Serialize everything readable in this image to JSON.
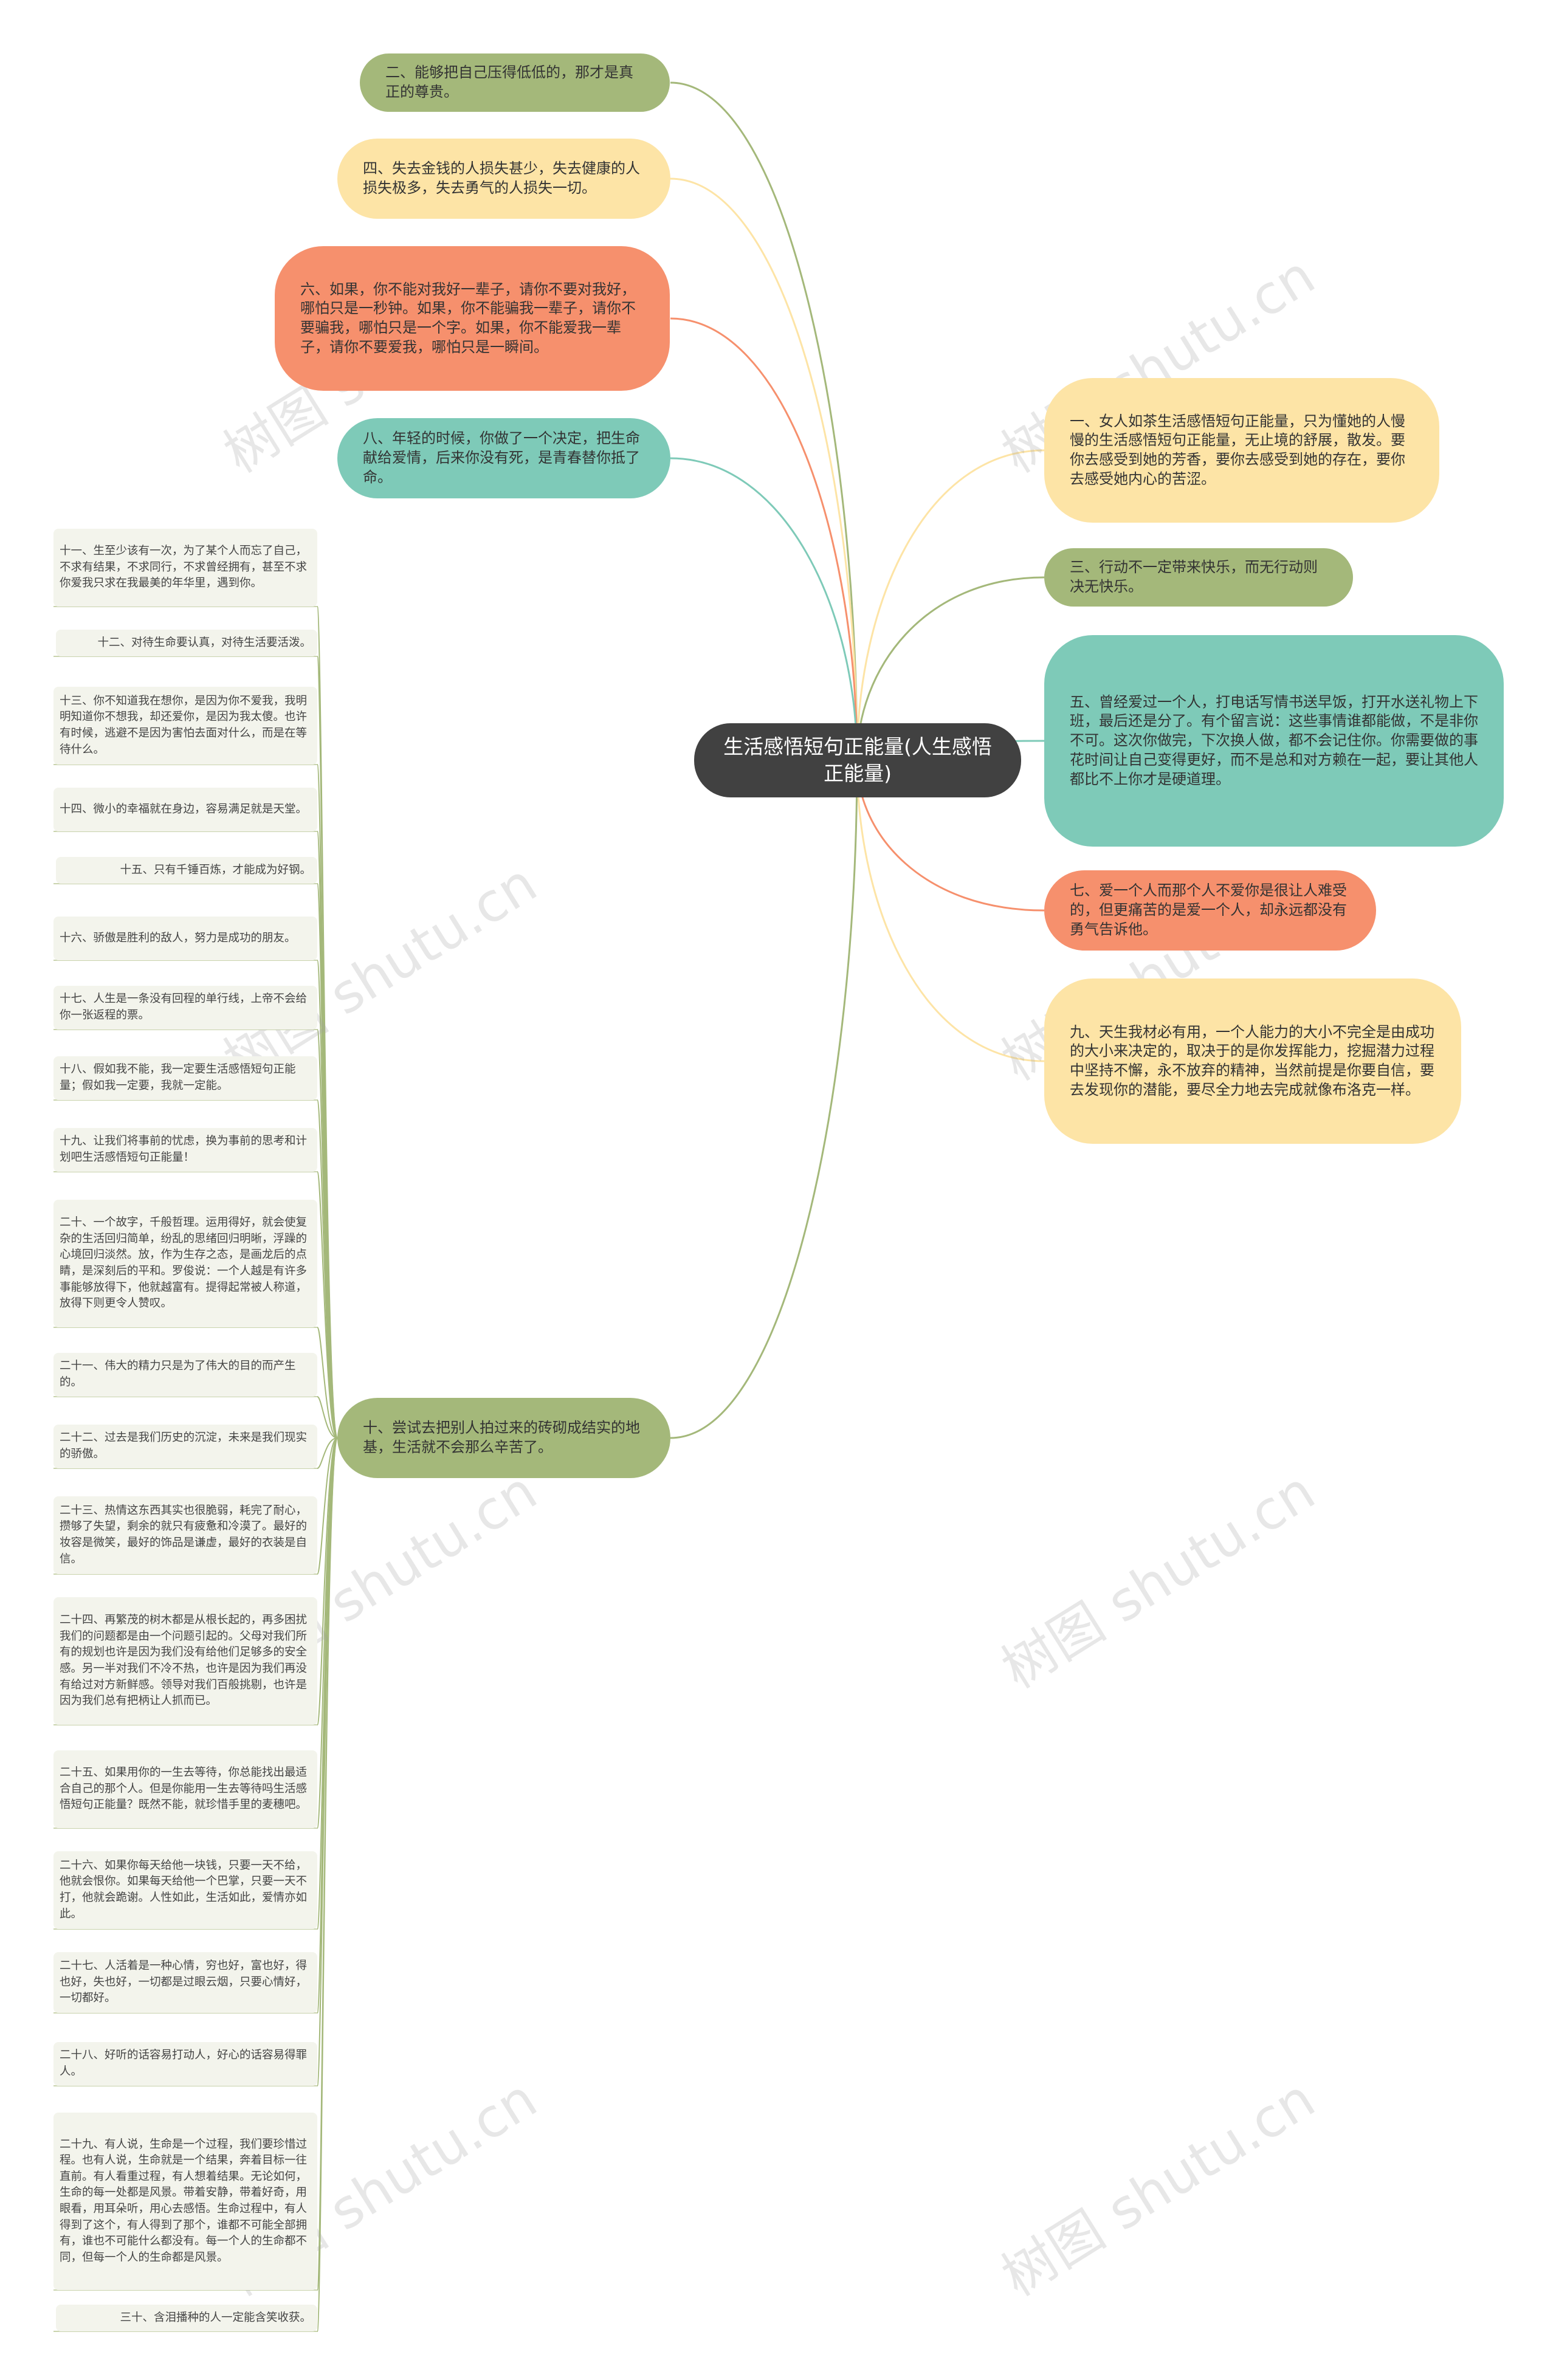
{
  "root": {
    "label": "生活感悟短句正能量(人生感悟正能量)"
  },
  "branches": {
    "b2": "二、能够把自己压得低低的，那才是真正的尊贵。",
    "b4": "四、失去金钱的人损失甚少，失去健康的人损失极多，失去勇气的人损失一切。",
    "b6": "六、如果，你不能对我好一辈子，请你不要对我好，哪怕只是一秒钟。如果，你不能骗我一辈子，请你不要骗我，哪怕只是一个字。如果，你不能爱我一辈子，请你不要爱我，哪怕只是一瞬间。",
    "b8": "八、年轻的时候，你做了一个决定，把生命献给爱情，后来你没有死，是青春替你抵了命。",
    "b10": "十、尝试去把别人拍过来的砖砌成结实的地基，生活就不会那么辛苦了。",
    "b1": "一、女人如茶生活感悟短句正能量，只为懂她的人慢慢的生活感悟短句正能量，无止境的舒展，散发。要你去感受到她的芳香，要你去感受到她的存在，要你去感受她内心的苦涩。",
    "b3": "三、行动不一定带来快乐，而无行动则决无快乐。",
    "b5": "五、曾经爱过一个人，打电话写情书送早饭，打开水送礼物上下班，最后还是分了。有个留言说：这些事情谁都能做，不是非你不可。这次你做完，下次换人做，都不会记住你。你需要做的事花时间让自己变得更好，而不是总和对方赖在一起，要让其他人都比不上你才是硬道理。",
    "b7": "七、爱一个人而那个人不爱你是很让人难受的，但更痛苦的是爱一个人，却永远都没有勇气告诉他。",
    "b9": "九、天生我材必有用，一个人能力的大小不完全是由成功的大小来决定的，取决于的是你发挥能力，挖掘潜力过程中坚持不懈，永不放弃的精神，当然前提是你要自信，要去发现你的潜能，要尽全力地去完成就像布洛克一样。"
  },
  "leaves": [
    "十一、生至少该有一次，为了某个人而忘了自己，不求有结果，不求同行，不求曾经拥有，甚至不求你爱我只求在我最美的年华里，遇到你。",
    "十二、对待生命要认真，对待生活要活泼。",
    "十三、你不知道我在想你，是因为你不爱我，我明明知道你不想我，却还爱你，是因为我太傻。也许有时候，逃避不是因为害怕去面对什么，而是在等待什么。",
    "十四、微小的幸福就在身边，容易满足就是天堂。",
    "十五、只有千锤百炼，才能成为好钢。",
    "十六、骄傲是胜利的敌人，努力是成功的朋友。",
    "十七、人生是一条没有回程的单行线，上帝不会给你一张返程的票。",
    "十八、假如我不能，我一定要生活感悟短句正能量；假如我一定要，我就一定能。",
    "十九、让我们将事前的忧虑，换为事前的思考和计划吧生活感悟短句正能量！",
    "二十、一个故字，千般哲理。运用得好，就会使复杂的生活回归简单，纷乱的思绪回归明晰，浮躁的心境回归淡然。放，作为生存之态，是画龙后的点睛，是深刻后的平和。罗俊说：一个人越是有许多事能够放得下，他就越富有。提得起常被人称道，放得下则更令人赞叹。",
    "二十一、伟大的精力只是为了伟大的目的而产生的。",
    "二十二、过去是我们历史的沉淀，未来是我们现实的骄傲。",
    "二十三、热情这东西其实也很脆弱，耗完了耐心，攒够了失望，剩余的就只有疲惫和冷漠了。最好的妆容是微笑，最好的饰品是谦虚，最好的衣装是自信。",
    "二十四、再繁茂的树木都是从根长起的，再多困扰我们的问题都是由一个问题引起的。父母对我们所有的规划也许是因为我们没有给他们足够多的安全感。另一半对我们不冷不热，也许是因为我们再没有给过对方新鲜感。领导对我们百般挑剔，也许是因为我们总有把柄让人抓而已。",
    "二十五、如果用你的一生去等待，你总能找出最适合自己的那个人。但是你能用一生去等待吗生活感悟短句正能量？既然不能，就珍惜手里的麦穗吧。",
    "二十六、如果你每天给他一块钱，只要一天不给，他就会恨你。如果每天给他一个巴掌，只要一天不打，他就会跪谢。人性如此，生活如此，爱情亦如此。",
    "二十七、人活着是一种心情，穷也好，富也好，得也好，失也好，一切都是过眼云烟，只要心情好，一切都好。",
    "二十八、好听的话容易打动人，好心的话容易得罪人。",
    "二十九、有人说，生命是一个过程，我们要珍惜过程。也有人说，生命就是一个结果，奔着目标一往直前。有人看重过程，有人想着结果。无论如何，生命的每一处都是风景。带着安静，带着好奇，用眼看，用耳朵听，用心去感悟。生命过程中，有人得到了这个，有人得到了那个，谁都不可能全部拥有，谁也不可能什么都没有。每一个人的生命都不同，但每一个人的生命都是风景。",
    "三十、含泪播种的人一定能含笑收获。"
  ],
  "watermark": "树图 shutu.cn",
  "colors": {
    "green": "#a4b87a",
    "yellow": "#fde4a6",
    "orange": "#f6906d",
    "teal": "#7ecab8",
    "root": "#414141",
    "leaf": "#f3f4ec"
  }
}
